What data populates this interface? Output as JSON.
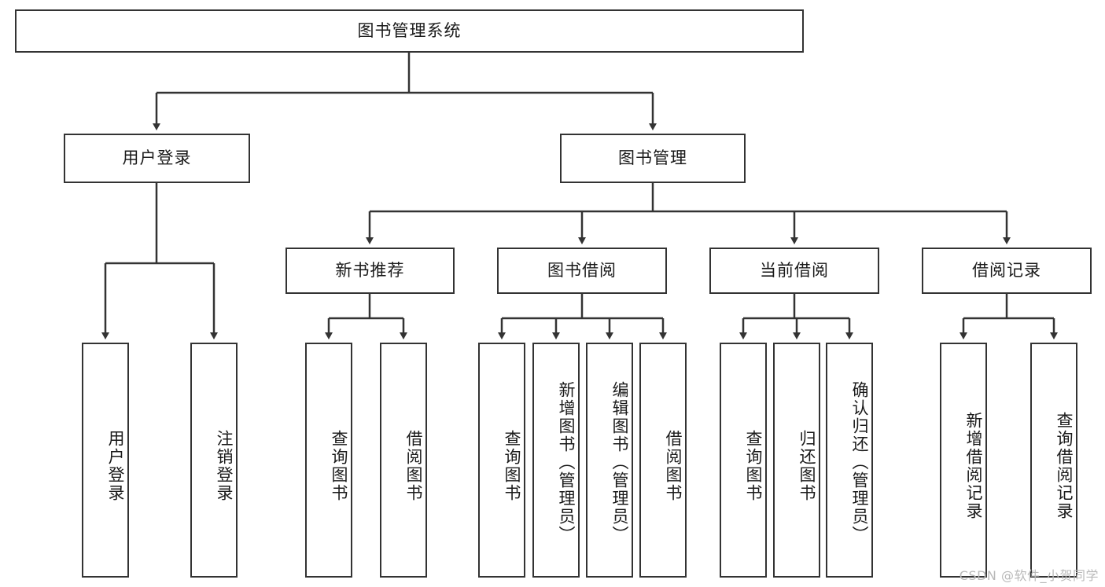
{
  "diagram": {
    "title": "图书管理系统",
    "type": "tree",
    "root": {
      "label": "图书管理系统"
    },
    "level2": [
      {
        "label": "用户登录"
      },
      {
        "label": "图书管理"
      }
    ],
    "level3": [
      {
        "label": "新书推荐"
      },
      {
        "label": "图书借阅"
      },
      {
        "label": "当前借阅"
      },
      {
        "label": "借阅记录"
      }
    ],
    "leaves": {
      "user_login": [
        {
          "label": "用户登录"
        },
        {
          "label": "注销登录"
        }
      ],
      "new_book_recommend": [
        {
          "label": "查询图书"
        },
        {
          "label": "借阅图书"
        }
      ],
      "book_borrow": [
        {
          "label": "查询图书"
        },
        {
          "label": "新增图书（管理员）"
        },
        {
          "label": "编辑图书（管理员）"
        },
        {
          "label": "借阅图书"
        }
      ],
      "current_borrow": [
        {
          "label": "查询图书"
        },
        {
          "label": "归还图书"
        },
        {
          "label": "确认归还（管理员）"
        }
      ],
      "borrow_record": [
        {
          "label": "新增借阅记录"
        },
        {
          "label": "查询借阅记录"
        }
      ]
    }
  },
  "watermark": {
    "text": "CSDN @软件_小贺同学"
  },
  "colors": {
    "stroke": "#333333",
    "background": "#ffffff",
    "text": "#1a1a1a",
    "watermark": "#b9b9b9"
  }
}
